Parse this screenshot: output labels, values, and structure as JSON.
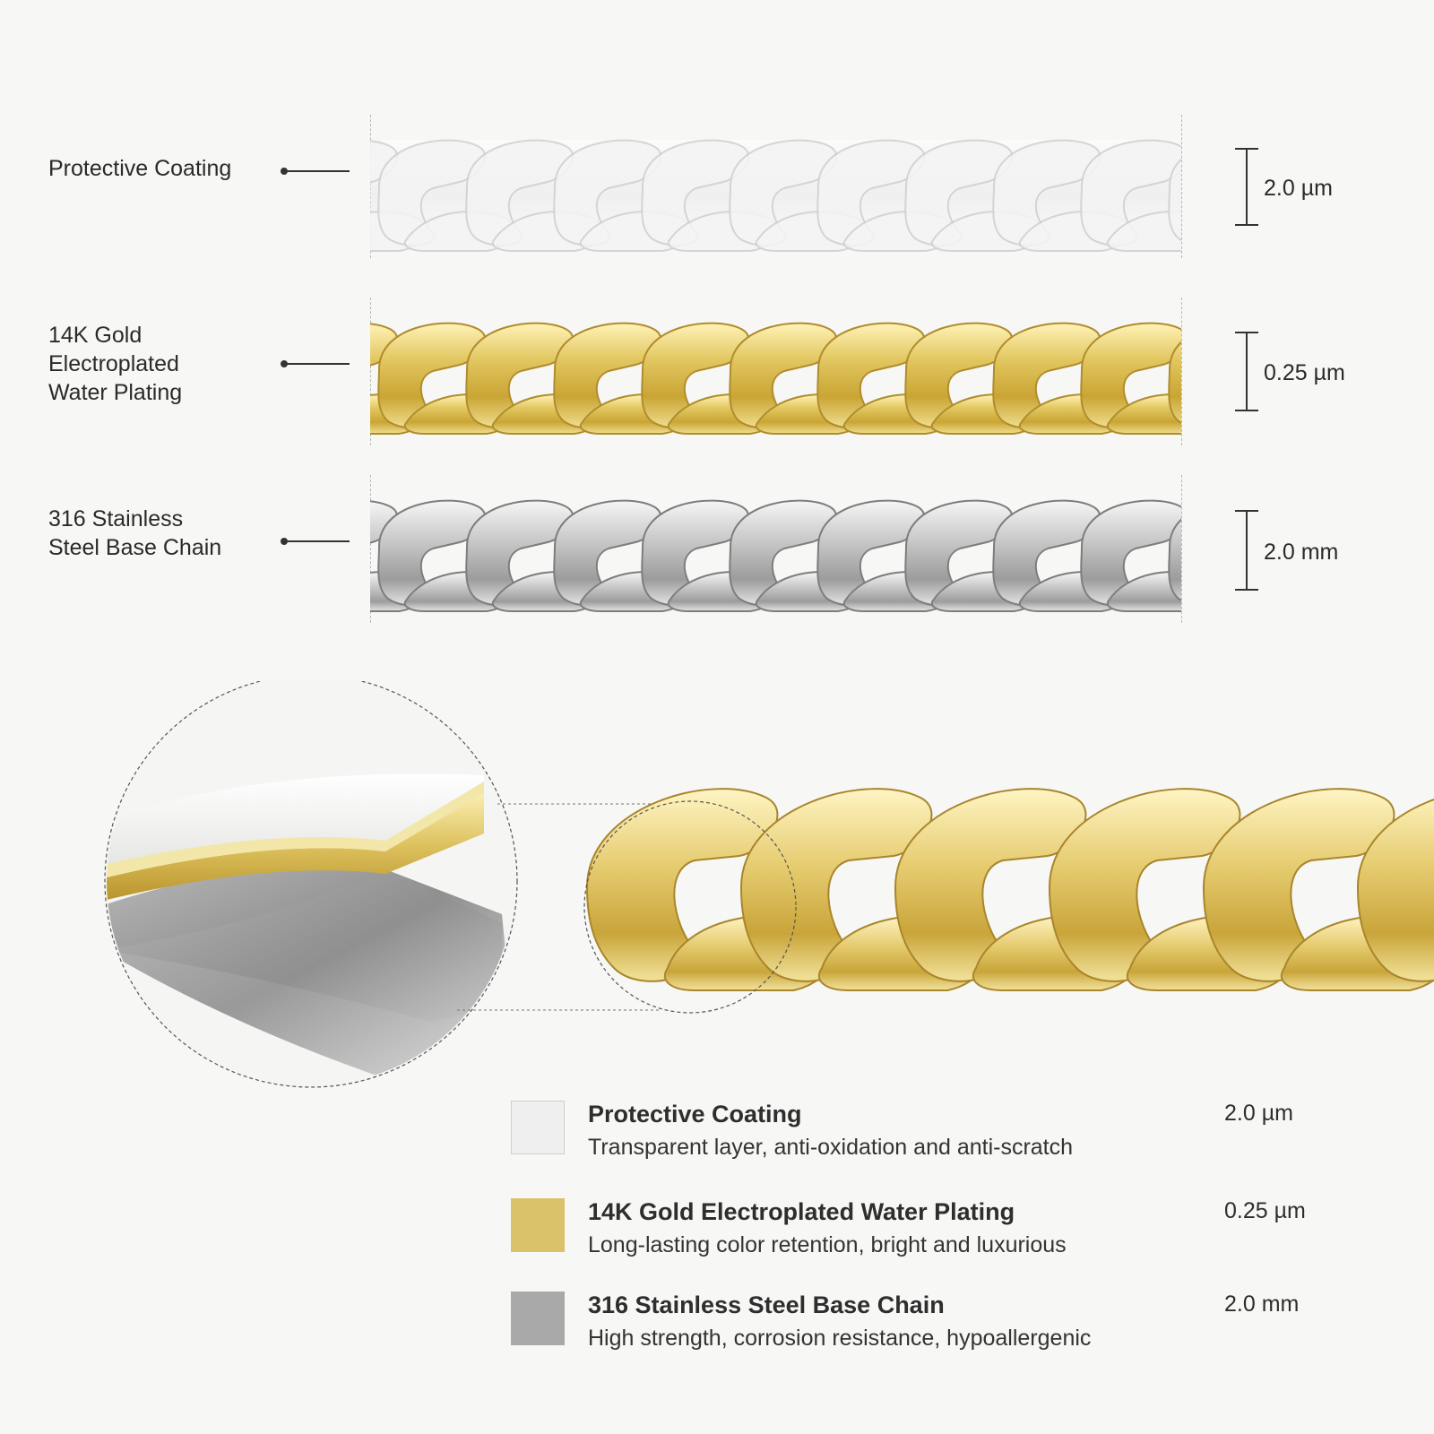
{
  "layers": [
    {
      "key": "coating",
      "label": "Protective Coating",
      "thickness": "2.0 µm",
      "color": "#f0f0f0"
    },
    {
      "key": "gold",
      "label": "14K Gold\nElectroplated\nWater Plating",
      "thickness": "0.25 µm",
      "color": "#d9c26a"
    },
    {
      "key": "steel",
      "label": "316 Stainless\nSteel Base Chain",
      "thickness": "2.0 mm",
      "color": "#aaaaaa"
    }
  ],
  "legend": [
    {
      "title": "Protective Coating",
      "desc": "Transparent layer, anti-oxidation and anti-scratch",
      "value": "2.0 µm",
      "color": "#efefef"
    },
    {
      "title": "14K Gold Electroplated Water Plating",
      "desc": "Long-lasting color retention, bright and luxurious",
      "value": "0.25 µm",
      "color": "#d9c26a"
    },
    {
      "title": "316 Stainless Steel Base Chain",
      "desc": "High strength, corrosion resistance, hypoallergenic",
      "value": "2.0 mm",
      "color": "#a9a9a9"
    }
  ]
}
